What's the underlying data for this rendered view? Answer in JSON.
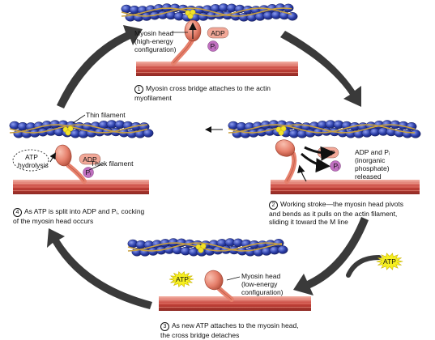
{
  "colors": {
    "actin": "#2a3da8",
    "actin_light": "#5b6fd6",
    "tropomyosin": "#c8a040",
    "troponin": "#f2e22a",
    "thick_filament": "#c8423a",
    "thick_stripe": "#f0a090",
    "myosin_head": "#e6806c",
    "adp": "#f2a898",
    "phosphate": "#c070c0",
    "atp_burst": "#f6ef20",
    "cycle_arrow": "#3a3a3a"
  },
  "labels": {
    "myosin_head_high": "Myosin head\n(high-energy\nconfiguration)",
    "thin_filament": "Thin filament",
    "thick_filament": "Thick filament",
    "atp_hydrolysis": "ATP\nhydrolysis",
    "adp_pi_released": "ADP and Pᵢ\n(inorganic\nphosphate)\nreleased",
    "myosin_head_low": "Myosin head\n(low-energy\nconfiguration)"
  },
  "chips": {
    "adp": "ADP",
    "pi": "Pᵢ",
    "atp": "ATP"
  },
  "steps": [
    {
      "number": "1",
      "text": "Myosin cross bridge attaches to the actin\nmyofilament"
    },
    {
      "number": "2",
      "text": "Working stroke—the myosin head pivots\nand bends as it pulls on the actin filament,\nsliding it toward the M line"
    },
    {
      "number": "3",
      "text": "As new ATP attaches to the myosin head,\nthe cross bridge detaches"
    },
    {
      "number": "4",
      "text": "As ATP is split into ADP and Pᵢ, cocking\nof the myosin head occurs"
    }
  ]
}
